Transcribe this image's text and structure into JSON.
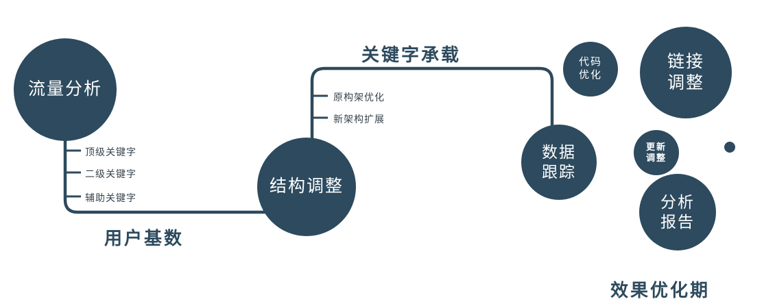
{
  "colors": {
    "navy": "#2d4a5e",
    "background": "#ffffff",
    "node_text": "#ffffff"
  },
  "nodes": {
    "traffic": {
      "label": "流量分析"
    },
    "structure": {
      "label": "结构调整"
    },
    "tracking": {
      "lines": [
        "数据",
        "跟踪"
      ]
    },
    "code": {
      "lines": [
        "代码",
        "优化"
      ]
    },
    "link": {
      "lines": [
        "链接",
        "调整"
      ]
    },
    "update": {
      "lines": [
        "更新",
        "调整"
      ]
    },
    "report": {
      "lines": [
        "分析",
        "报告"
      ]
    }
  },
  "edges": {
    "user_base_label": "用户基数",
    "keyword_label": "关键字承载"
  },
  "ticks": {
    "left": [
      "顶级关键字",
      "二级关键字",
      "辅助关键字"
    ],
    "mid": [
      "原构架优化",
      "新架构扩展"
    ]
  },
  "footer": {
    "label": "效果优化期"
  }
}
